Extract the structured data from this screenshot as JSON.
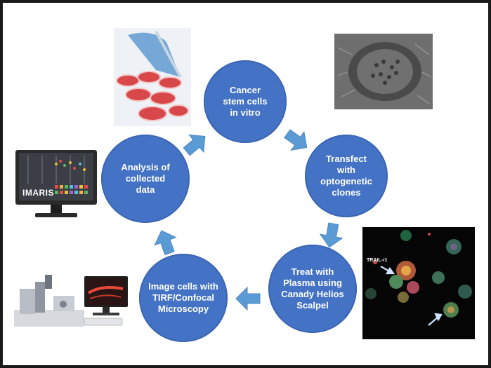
{
  "diagram": {
    "nodes": [
      {
        "id": "cancer-stem-cells",
        "label": "Cancer\nstem cells\nin vitro"
      },
      {
        "id": "transfect",
        "label": "Transfect\nwith\noptogenetic\nclones"
      },
      {
        "id": "treat-plasma",
        "label": "Treat with\nPlasma using\nCanady Helios\nScalpel"
      },
      {
        "id": "image-cells",
        "label": "Image cells with\nTIRF/Confocal\nMicroscopy"
      },
      {
        "id": "analysis",
        "label": "Analysis of\ncollected\ndata"
      }
    ],
    "colors": {
      "node_fill": "#4472c4",
      "arrow_fill": "#5b9bd5",
      "border": "#1a1a1a"
    }
  },
  "illustrations": {
    "software_logo_text": "IMARIS",
    "micrograph_label": "TRAIL-r1"
  }
}
